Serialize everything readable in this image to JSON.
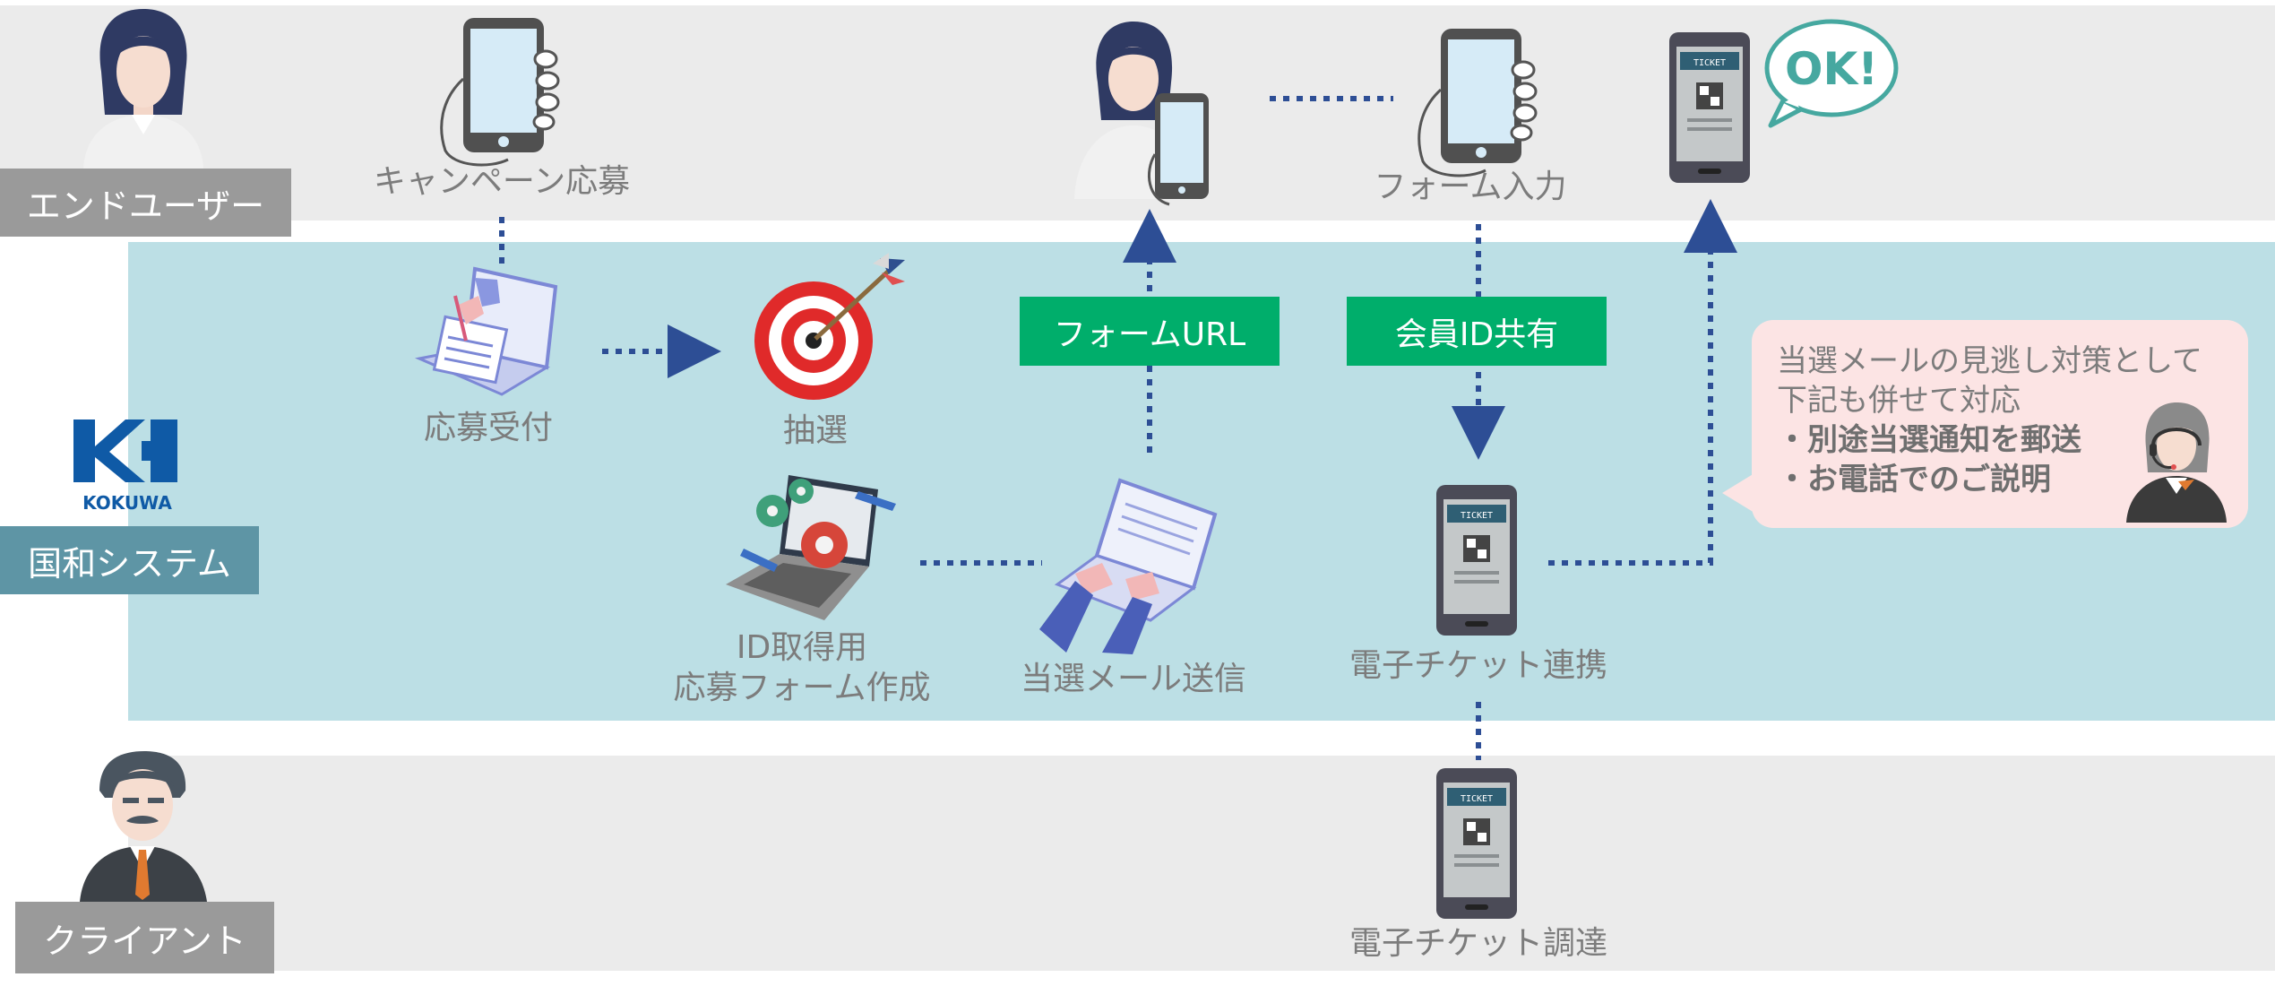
{
  "lanes": {
    "end_user": "エンドユーザー",
    "kokuwa": "国和システム",
    "client": "クライアント"
  },
  "logo": {
    "text": "KOKUWA"
  },
  "steps": {
    "campaign_apply": "キャンペーン応募",
    "form_input": "フォーム入力",
    "apply_receive": "応募受付",
    "lottery": "抽選",
    "form_create_line1": "ID取得用",
    "form_create_line2": "応募フォーム作成",
    "win_mail": "当選メール送信",
    "eticket_link": "電子チケット連携",
    "eticket_procure": "電子チケット調達"
  },
  "tags": {
    "form_url": "フォームURL",
    "member_id": "会員ID共有"
  },
  "ok_bubble": "OK!",
  "ticket_label": "TICKET",
  "callout": {
    "line1": "当選メールの見逃し対策として",
    "line2": "下記も併せて対応",
    "item1": "・別途当選通知を郵送",
    "item2": "・お電話でのご説明"
  },
  "colors": {
    "lane_gray": "#ebebeb",
    "lane_teal": "#bcdfe5",
    "label_gray": "#9a9a9a",
    "label_teal": "#5e95a5",
    "tag_green": "#00ae6b",
    "arrow_blue": "#2d4e95",
    "callout_pink": "#fce4e4"
  }
}
